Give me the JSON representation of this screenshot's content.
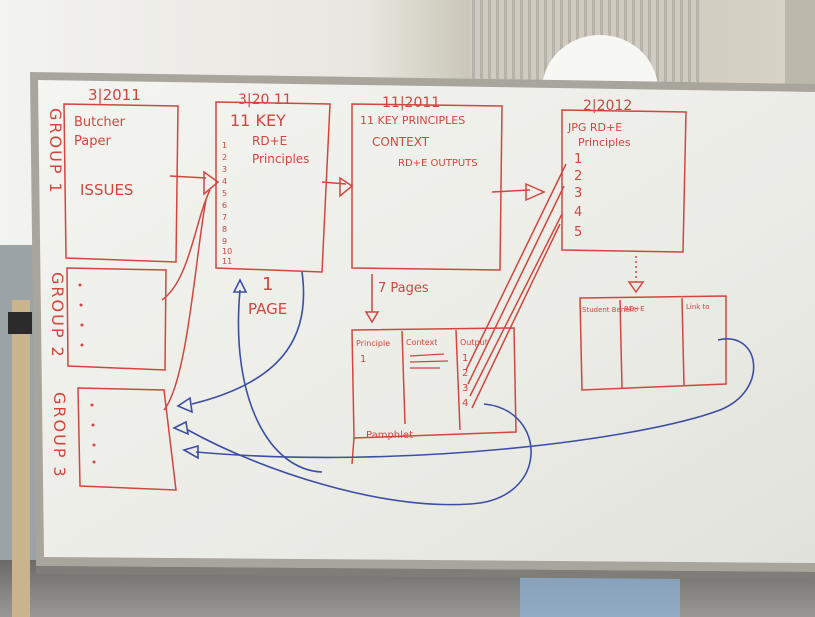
{
  "colors": {
    "marker_red": "#d2463f",
    "marker_blue": "#3c4fa3",
    "board": "#f1f1ec",
    "frame": "#9c9a93",
    "wall": "#e6e2d6"
  },
  "board": {
    "dates": [
      "3|2011",
      "3|20 11",
      "11|2011",
      "2|2012"
    ],
    "group_labels": [
      "GROUP 1",
      "GROUP 2",
      "GROUP 3"
    ],
    "box1": {
      "lines": [
        "Butcher",
        "Paper",
        "ISSUES"
      ]
    },
    "box2": {
      "lines": [
        "11 KEY",
        "RD+E",
        "Principles"
      ],
      "numbers": [
        "1",
        "2",
        "3",
        "4",
        "5",
        "6",
        "7",
        "8",
        "9",
        "10",
        "11"
      ]
    },
    "box2_note": [
      "1",
      "PAGE"
    ],
    "box3": {
      "lines": [
        "11 KEY PRINCIPLES",
        "CONTEXT",
        "RD+E OUTPUTS"
      ]
    },
    "box3_note": "7 Pages",
    "box4": {
      "lines": [
        "JPG RD+E",
        "Principles"
      ],
      "numbers": [
        "1",
        "2",
        "3",
        "4",
        "5"
      ]
    },
    "table1": {
      "headers": [
        "Principle",
        "Context",
        "Output"
      ],
      "first_cell": "1",
      "output_numbers": [
        "1",
        "2",
        "3",
        "4"
      ],
      "footer": "Pamphlet"
    },
    "table2": {
      "headers": [
        "Student Benefit",
        "RD+E",
        "Link to"
      ]
    }
  }
}
